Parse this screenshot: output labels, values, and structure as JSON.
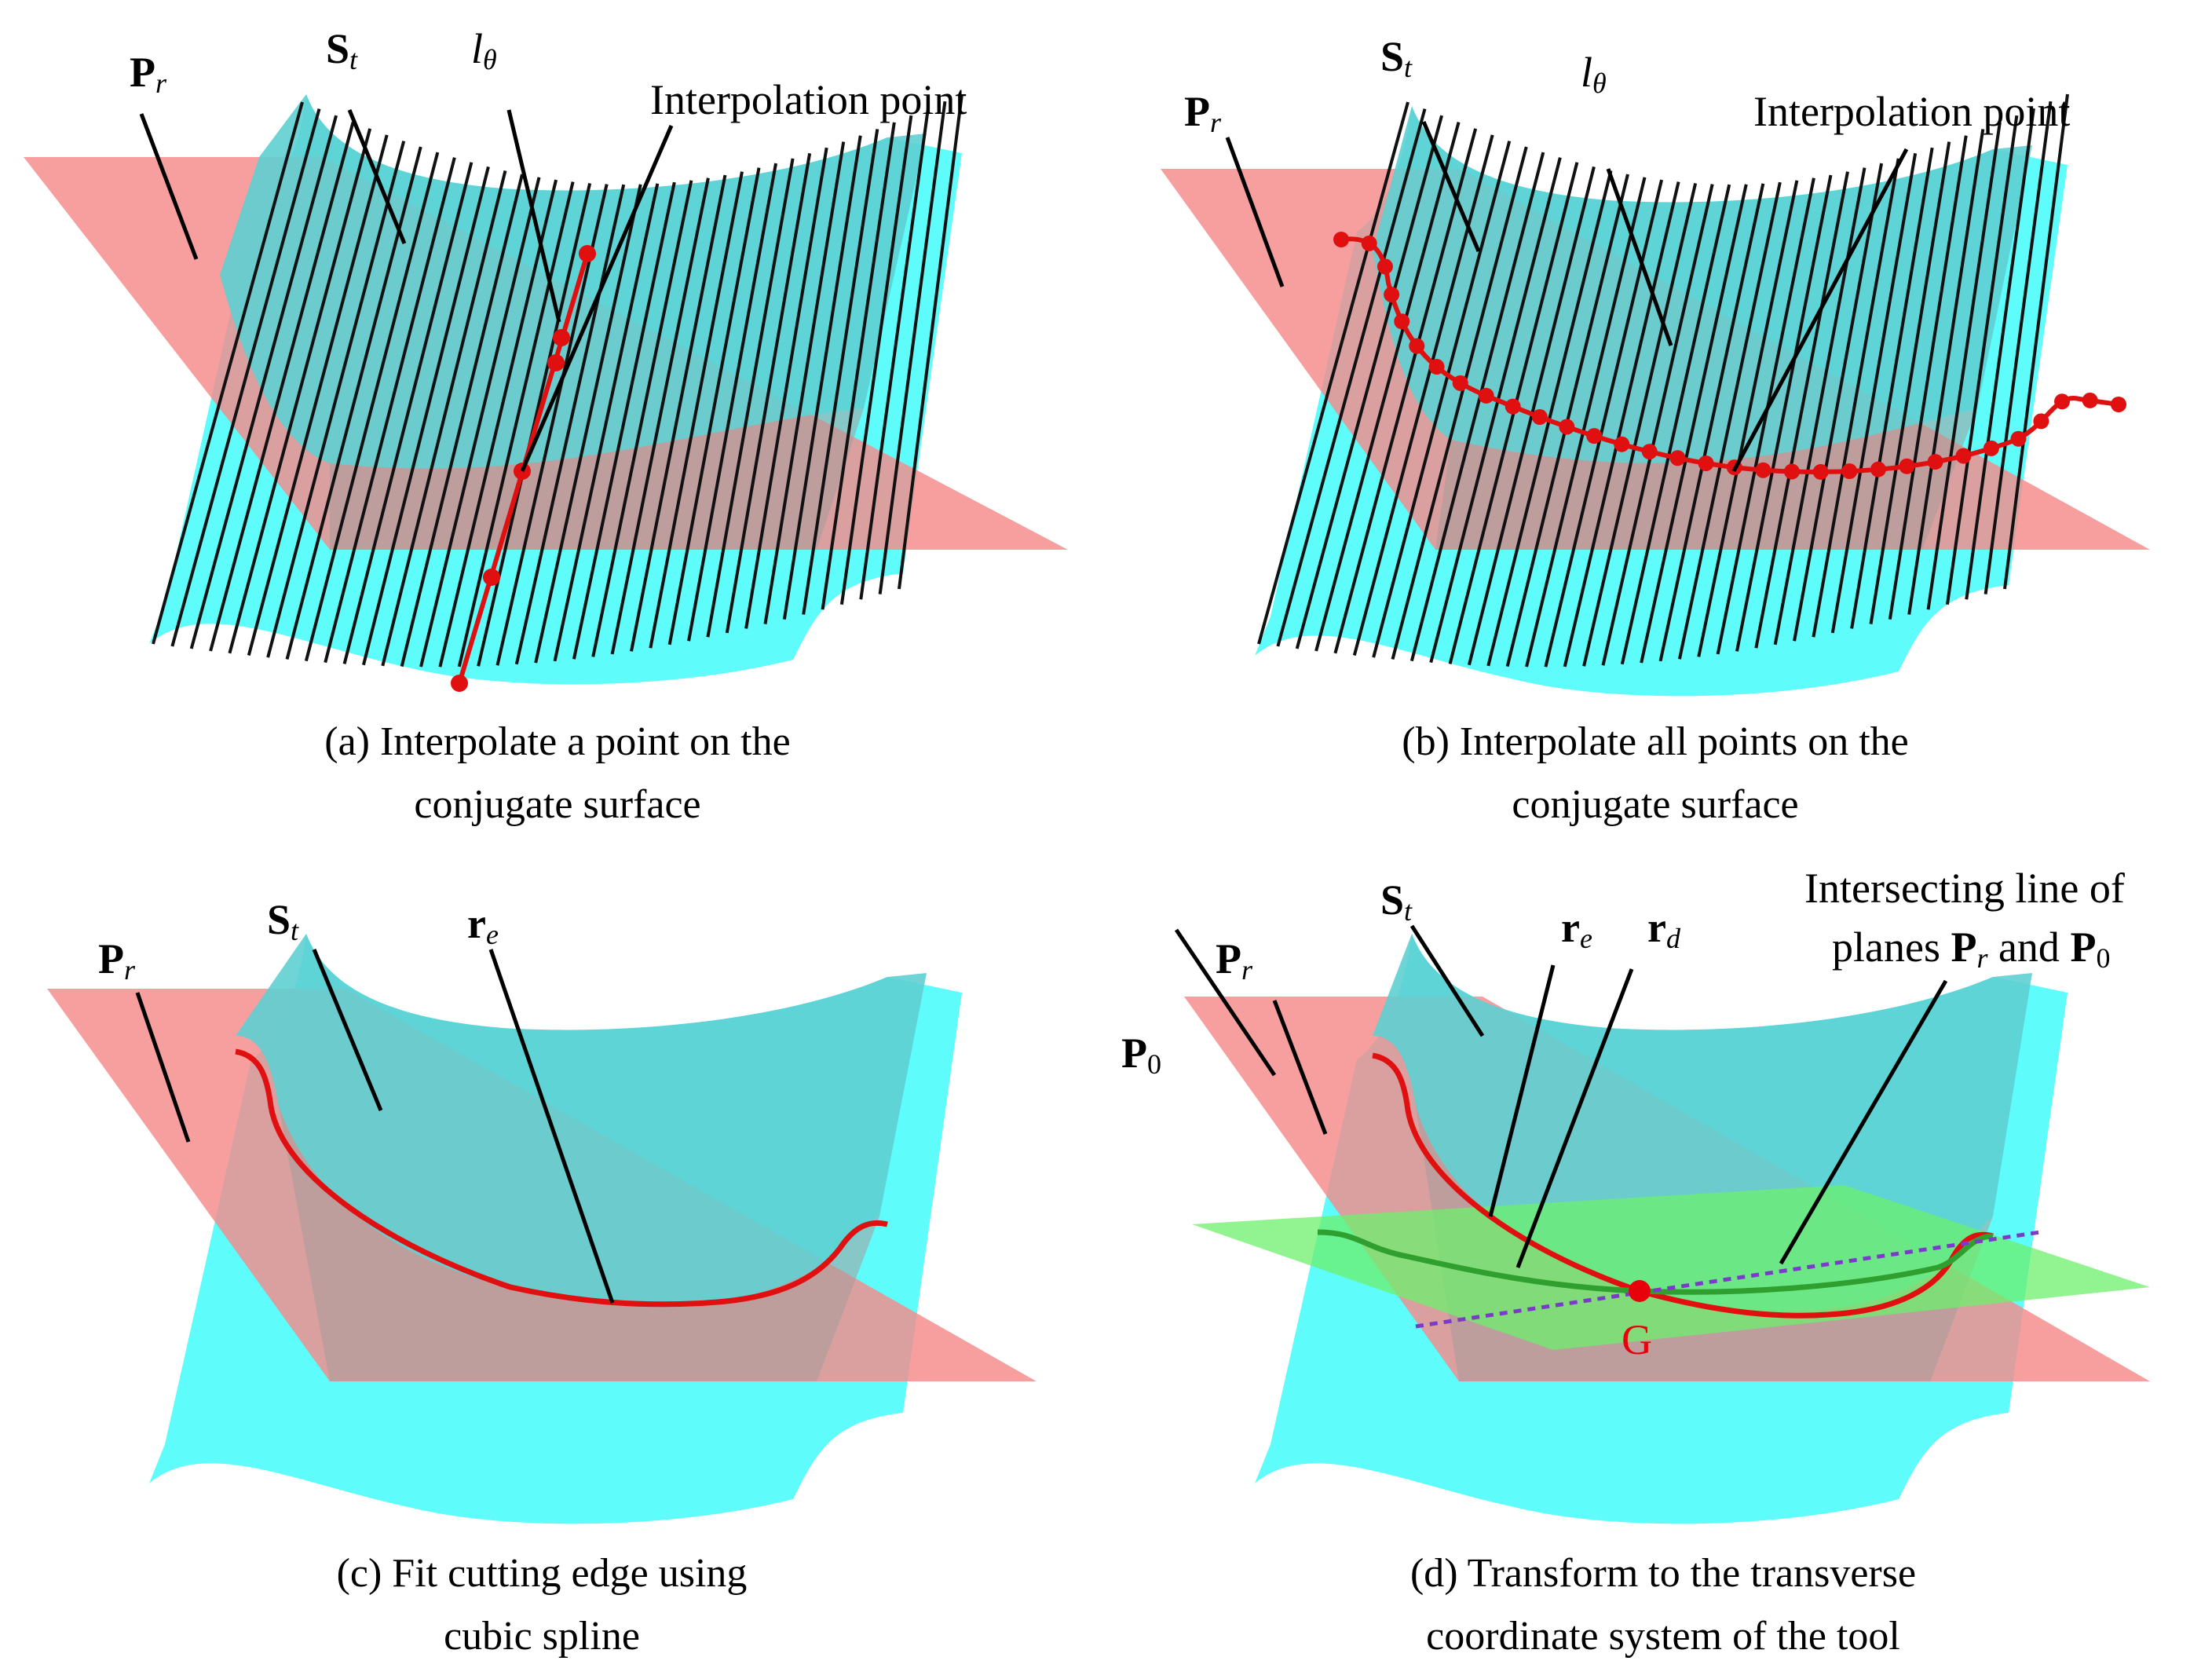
{
  "panels": [
    {
      "id": "a",
      "caption_line1": "(a) Interpolate a point on the",
      "caption_line2": "conjugate surface",
      "labels": {
        "P": "P",
        "P_sub": "r",
        "S": "S",
        "S_sub": "t",
        "l": "l",
        "l_sub": "θ",
        "interp": "Interpolation point"
      }
    },
    {
      "id": "b",
      "caption_line1": "(b) Interpolate all points on the",
      "caption_line2": "conjugate surface",
      "labels": {
        "P": "P",
        "P_sub": "r",
        "S": "S",
        "S_sub": "t",
        "l": "l",
        "l_sub": "θ",
        "interp": "Interpolation point"
      }
    },
    {
      "id": "c",
      "caption_line1": "(c) Fit cutting edge using",
      "caption_line2": "cubic spline",
      "labels": {
        "P": "P",
        "P_sub": "r",
        "S": "S",
        "S_sub": "t",
        "r": "r",
        "r_sub": "e"
      }
    },
    {
      "id": "d",
      "caption_line1": "(d) Transform to the transverse",
      "caption_line2": "coordinate system of the tool",
      "labels": {
        "P": "P",
        "P_sub": "r",
        "S": "S",
        "S_sub": "t",
        "re": "r",
        "re_sub": "e",
        "rd": "r",
        "rd_sub": "d",
        "P0": "P",
        "P0_sub": "0",
        "G": "G",
        "line1": "Intersecting line of",
        "line2_pre": "planes ",
        "line2_P": "P",
        "line2_Psub": "r",
        "line2_mid": " and ",
        "line2_P0": "P",
        "line2_P0sub": "0"
      }
    }
  ],
  "colors": {
    "surface": "#5ffcfc",
    "plane_r": "#f88c8c",
    "plane_0": "#7cf07c",
    "curve": "#e01010",
    "dashed": "#7a3cc8"
  }
}
